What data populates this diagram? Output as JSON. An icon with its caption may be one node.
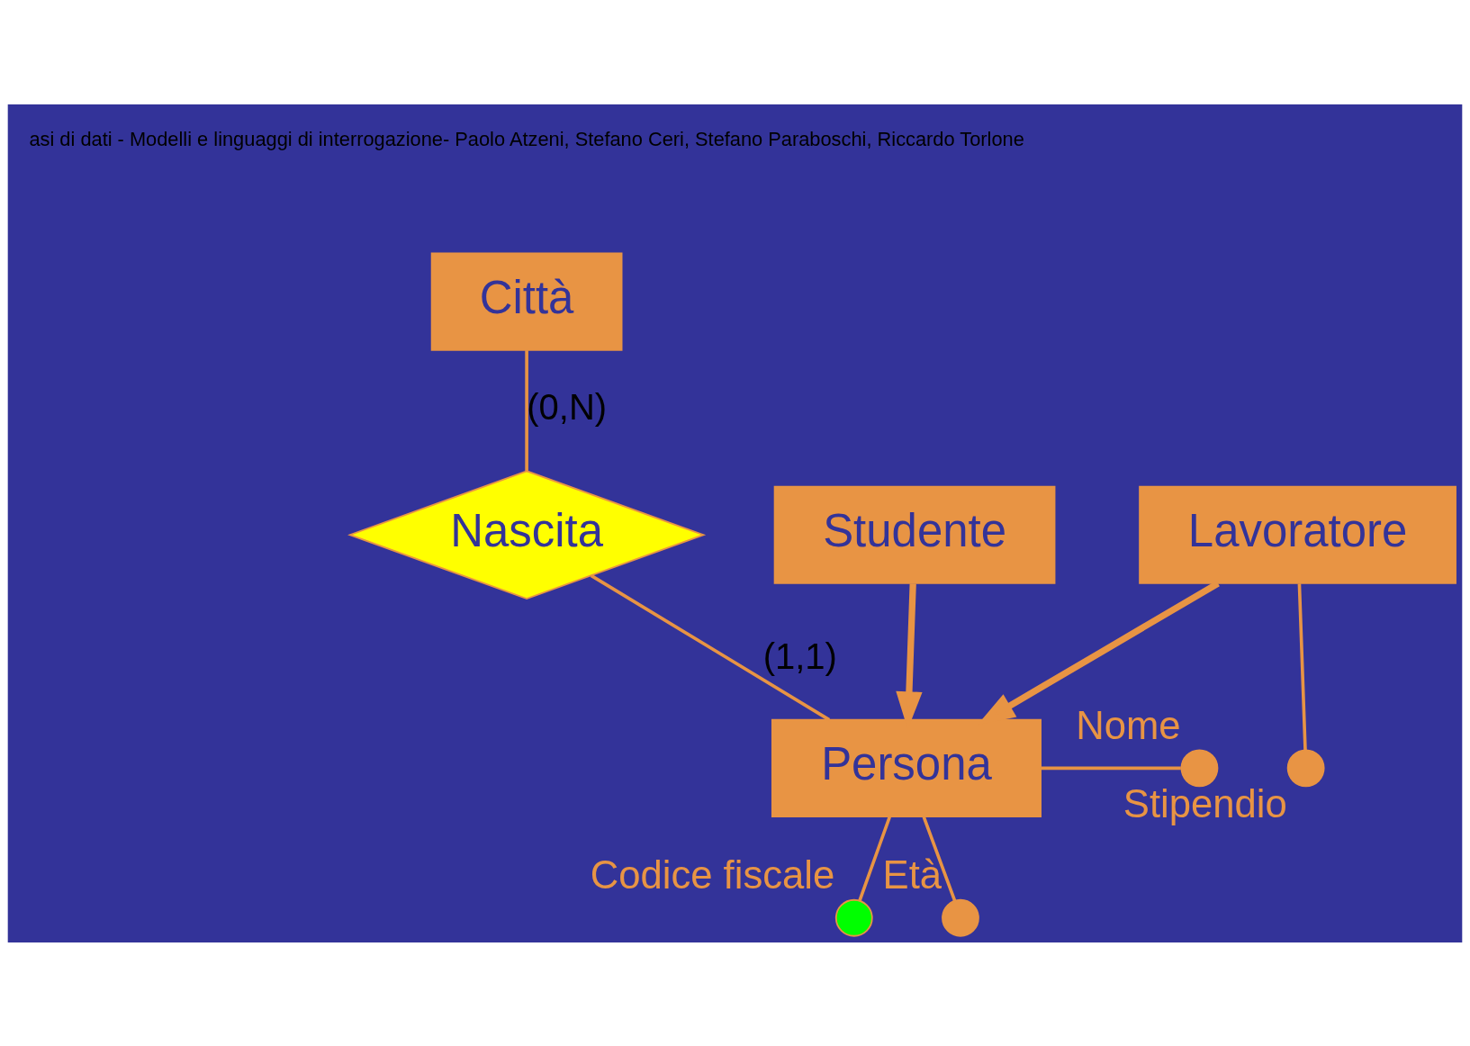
{
  "diagram": {
    "nodes": [
      {
        "text": [
          "Città"
        ]
      },
      {
        "text": [
          "Nascita"
        ]
      },
      {
        "text": [
          "Persona"
        ]
      },
      {
        "text": [],
        "shape": "circle",
        "beside": [
          "Codice fiscale"
        ]
      },
      {
        "text": [],
        "shape": "circle",
        "beside": [
          "Nome"
        ]
      },
      {
        "text": [],
        "shape": "circle",
        "beside": [
          "Età"
        ]
      },
      {
        "text": [],
        "shape": "circle",
        "beside": [
          "Stipendio"
        ]
      },
      {
        "text": [
          "Lavoratore"
        ]
      },
      {
        "text": [
          "Studente"
        ]
      }
    ],
    "edges": [
      {
        "from": 0,
        "to": 1,
        "arrow": "none",
        "label": "(0,N)"
      },
      {
        "from": 1,
        "to": 2,
        "arrow": "none",
        "label": "(1,1)"
      },
      {
        "from": 2,
        "to": 3,
        "arrow": "none"
      },
      {
        "from": 2,
        "to": 4,
        "arrow": "none"
      },
      {
        "from": 2,
        "to": 5,
        "arrow": "none"
      },
      {
        "from": 7,
        "to": 2,
        "arrow": "to",
        "style": "thick"
      },
      {
        "from": 8,
        "to": 2,
        "arrow": "to",
        "style": "thick"
      },
      {
        "from": 7,
        "to": 6,
        "arrow": "none"
      }
    ],
    "labels": [
      "asi di dati - Modelli e linguaggi di interrogazione- Paolo Atzeni, Stefano Ceri, Stefano Paraboschi, Riccardo Torlone"
    ]
  }
}
